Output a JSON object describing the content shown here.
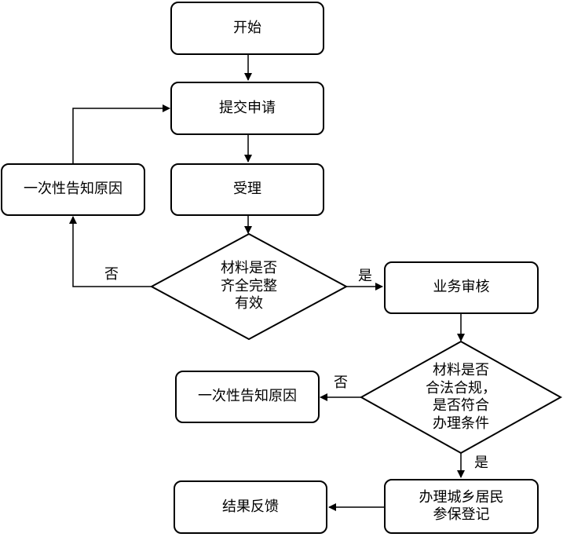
{
  "nodes": {
    "start": "开始",
    "submit": "提交申请",
    "accept": "受理",
    "notify_left": "一次性告知原因",
    "check_materials": "材料是否\n齐全完整\n有效",
    "business_review": "业务审核",
    "check_compliance": "材料是否\n合法合规，\n是否符合\n办理条件",
    "notify_mid": "一次性告知原因",
    "process": "办理城乡居民\n参保登记",
    "feedback": "结果反馈"
  },
  "labels": {
    "no_1": "否",
    "yes_1": "是",
    "no_2": "否",
    "yes_2": "是"
  },
  "colors": {
    "stroke": "#000000",
    "background": "#ffffff"
  }
}
